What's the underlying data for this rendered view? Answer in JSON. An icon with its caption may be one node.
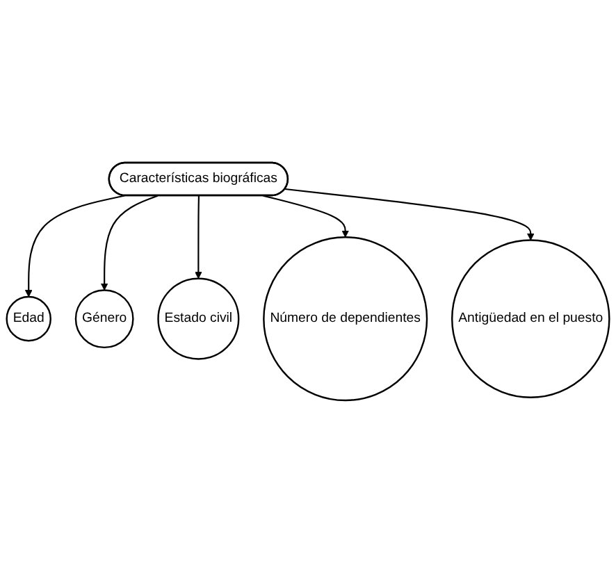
{
  "diagram": {
    "nodes": [
      {
        "text": [
          "Características biográficas"
        ]
      },
      {
        "text": [
          "Edad"
        ]
      },
      {
        "text": [
          "Género"
        ]
      },
      {
        "text": [
          "Estado civil"
        ]
      },
      {
        "text": [
          "Número de dependientes"
        ]
      },
      {
        "text": [
          "Antigüedad en el puesto"
        ]
      }
    ],
    "edges": [
      {
        "from": 0,
        "to": 1,
        "arrow": "to"
      },
      {
        "from": 0,
        "to": 2,
        "arrow": "to"
      },
      {
        "from": 0,
        "to": 3,
        "arrow": "to"
      },
      {
        "from": 0,
        "to": 4,
        "arrow": "to"
      },
      {
        "from": 0,
        "to": 5,
        "arrow": "to"
      }
    ]
  }
}
